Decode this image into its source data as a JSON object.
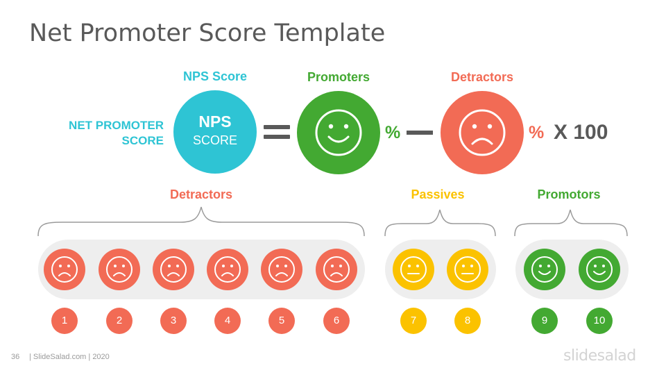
{
  "title": "Net Promoter Score Template",
  "formula": {
    "nps_score_label": "NPS Score",
    "net_promoter_label_line1": "NET PROMOTER",
    "net_promoter_label_line2": "SCORE",
    "nps_circle_line1": "NPS",
    "nps_circle_line2": "SCORE",
    "promoters_label": "Promoters",
    "detractors_label": "Detractors",
    "percent_sign": "%",
    "multiplier": "X 100"
  },
  "groups": {
    "detractors": {
      "label": "Detractors",
      "numbers": [
        "1",
        "2",
        "3",
        "4",
        "5",
        "6"
      ]
    },
    "passives": {
      "label": "Passives",
      "numbers": [
        "7",
        "8"
      ]
    },
    "promotors": {
      "label": "Promotors",
      "numbers": [
        "9",
        "10"
      ]
    }
  },
  "colors": {
    "detractor": "#f26b55",
    "passive": "#fbc200",
    "promoter": "#43a932",
    "nps": "#2ec4d4",
    "text_dark": "#595959",
    "pill_bg": "#eeeeee"
  },
  "icons": {
    "happy": "happy-face-icon",
    "sad": "sad-face-icon",
    "neutral": "neutral-face-icon"
  },
  "footer": {
    "page_number": "36",
    "credit": "| SlideSalad.com | 2020",
    "brand": "slidesalad"
  }
}
